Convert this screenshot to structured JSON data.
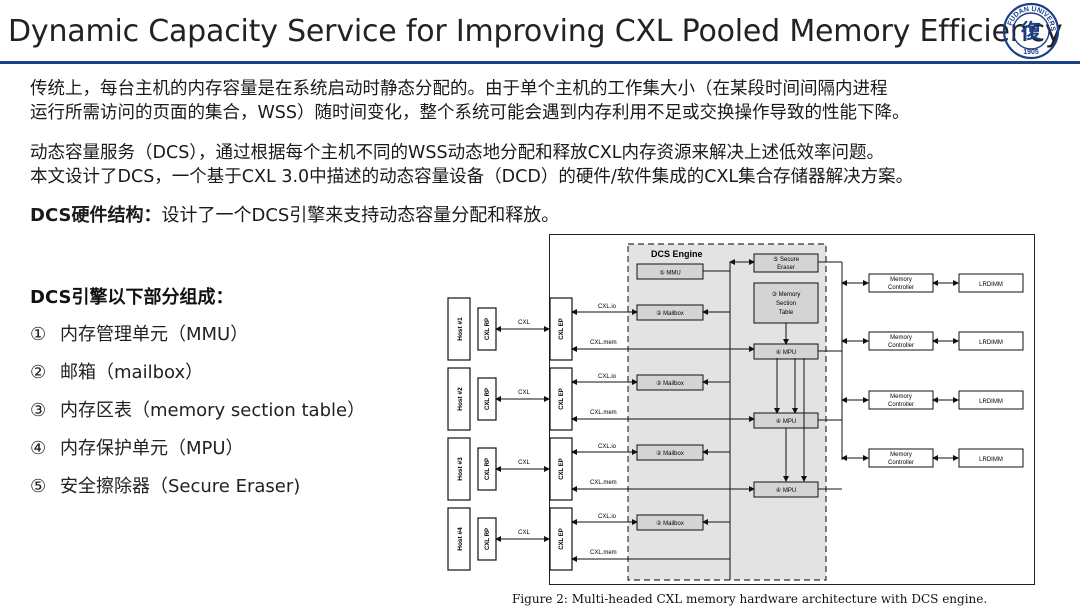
{
  "title": "Dynamic Capacity Service for Improving CXL Pooled Memory Efficiency",
  "logo": {
    "icon": "fudan-university-seal",
    "text": "FUDAN UNIVERSITY 1905",
    "char": "復"
  },
  "paragraphs": {
    "p1_line1": "传统上，每台主机的内存容量是在系统启动时静态分配的。由于单个主机的工作集大小（在某段时间间隔内进程",
    "p1_line2": "运行所需访问的页面的集合，WSS）随时间变化，整个系统可能会遇到内存利用不足或交换操作导致的性能下降。",
    "p2_line1": "动态容量服务（DCS），通过根据每个主机不同的WSS动态地分配和释放CXL内存资源来解决上述低效率问题。",
    "p2_line2": "本文设计了DCS，一个基于CXL 3.0中描述的动态容量设备（DCD）的硬件/软件集成的CXL集合存储器解决方案。",
    "p3_bold": "DCS硬件结构：",
    "p3_text": "设计了一个DCS引擎来支持动态容量分配和释放。"
  },
  "components": {
    "title": "DCS引擎以下部分组成：",
    "items": [
      {
        "num": "①",
        "label": "内存管理单元（MMU）"
      },
      {
        "num": "②",
        "label": "邮箱（mailbox）"
      },
      {
        "num": "③",
        "label": "内存区表（memory section table）"
      },
      {
        "num": "④",
        "label": "内存保护单元（MPU）"
      },
      {
        "num": "⑤",
        "label": "安全擦除器（Secure Eraser)"
      }
    ]
  },
  "diagram": {
    "engine_label": "DCS Engine",
    "mmu": "⑤ MMU",
    "secure_eraser": [
      "⑤ Secure",
      "Eraser"
    ],
    "memory_section_table": [
      "③ Memory",
      "Section",
      "Table"
    ],
    "mailbox": "② Mailbox",
    "mpu": "④ MPU",
    "host_labels": [
      "Host #1",
      "Host #2",
      "Host #3",
      "Host #4"
    ],
    "cxl_rp": "CXL RP",
    "cxl_ep": "CXL EP",
    "cxl": "CXL",
    "cxl_io": "CXL.io",
    "cxl_mem": "CXL.mem",
    "memory_controller": [
      "Memory",
      "Controller"
    ],
    "lrdimm": "LRDIMM"
  },
  "caption": "Figure 2: Multi-headed CXL memory hardware architecture with DCS engine."
}
